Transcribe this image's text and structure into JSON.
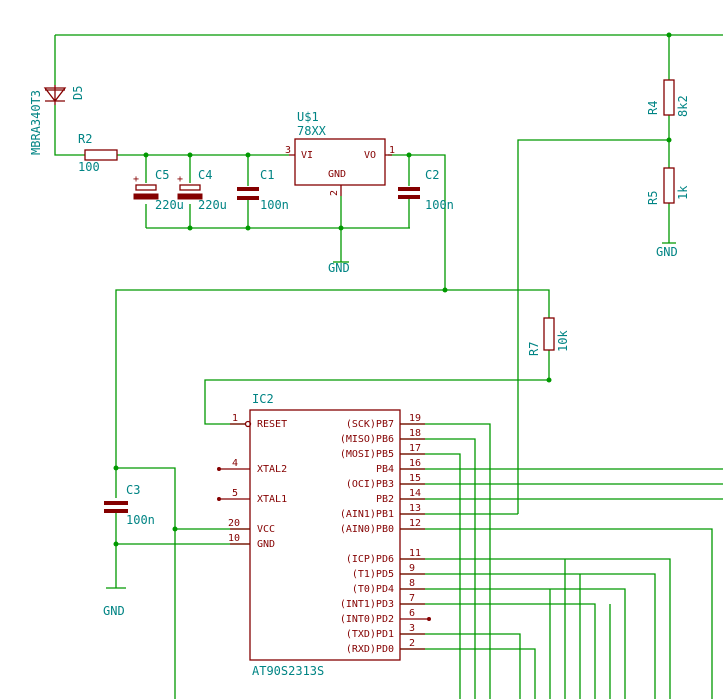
{
  "components": {
    "d5": {
      "ref": "D5",
      "value": "MBRA340T3"
    },
    "r2": {
      "ref": "R2",
      "value": "100"
    },
    "c5": {
      "ref": "C5",
      "value": "220u",
      "polarity": "+"
    },
    "c4": {
      "ref": "C4",
      "value": "220u",
      "polarity": "+"
    },
    "c1": {
      "ref": "C1",
      "value": "100n"
    },
    "c2": {
      "ref": "C2",
      "value": "100n"
    },
    "c3": {
      "ref": "C3",
      "value": "100n"
    },
    "u1": {
      "ref": "U$1",
      "value": "78XX",
      "pin_vi": "VI",
      "pin_vo": "VO",
      "pin_gnd": "GND",
      "num_vi": "3",
      "num_vo": "1",
      "num_gnd": "2"
    },
    "r4": {
      "ref": "R4",
      "value": "8k2"
    },
    "r5": {
      "ref": "R5",
      "value": "1k"
    },
    "r7": {
      "ref": "R7",
      "value": "10k"
    },
    "ic2": {
      "ref": "IC2",
      "value": "AT90S2313S"
    }
  },
  "gnd_labels": {
    "u1": "GND",
    "r5": "GND",
    "c3": "GND"
  },
  "ic2_left_pins": [
    {
      "num": "1",
      "name": "RESET"
    },
    {
      "num": "4",
      "name": "XTAL2"
    },
    {
      "num": "5",
      "name": "XTAL1"
    },
    {
      "num": "20",
      "name": "VCC"
    },
    {
      "num": "10",
      "name": "GND"
    }
  ],
  "ic2_right_pins": [
    {
      "num": "19",
      "name": "(SCK)PB7"
    },
    {
      "num": "18",
      "name": "(MISO)PB6"
    },
    {
      "num": "17",
      "name": "(MOSI)PB5"
    },
    {
      "num": "16",
      "name": "PB4"
    },
    {
      "num": "15",
      "name": "(OCI)PB3"
    },
    {
      "num": "14",
      "name": "PB2"
    },
    {
      "num": "13",
      "name": "(AIN1)PB1"
    },
    {
      "num": "12",
      "name": "(AIN0)PB0"
    },
    {
      "num": "11",
      "name": "(ICP)PD6"
    },
    {
      "num": "9",
      "name": "(T1)PD5"
    },
    {
      "num": "8",
      "name": "(T0)PD4"
    },
    {
      "num": "7",
      "name": "(INT1)PD3"
    },
    {
      "num": "6",
      "name": "(INT0)PD2"
    },
    {
      "num": "3",
      "name": "(TXD)PD1"
    },
    {
      "num": "2",
      "name": "(RXD)PD0"
    }
  ],
  "colors": {
    "wire": "#009900",
    "component": "#840000",
    "label": "#008484",
    "background": "#ffffff"
  }
}
